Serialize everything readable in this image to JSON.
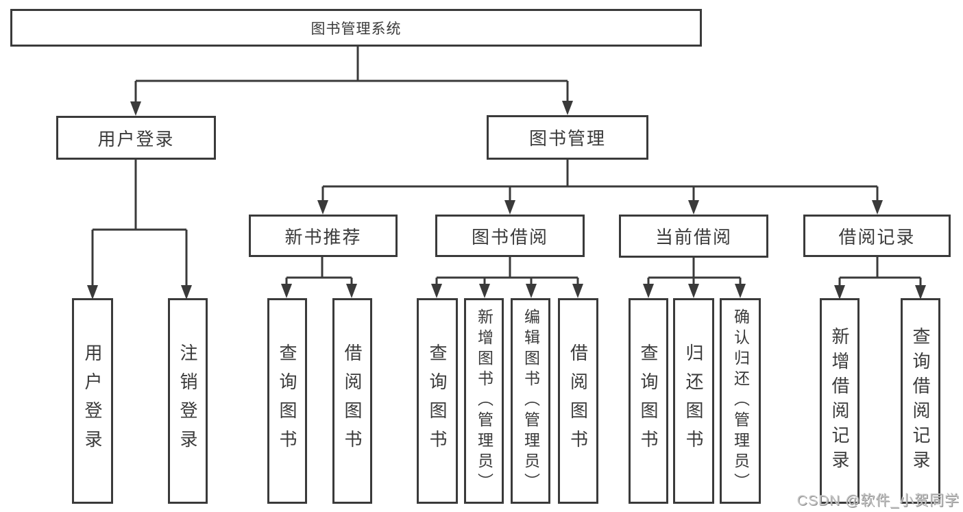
{
  "watermark": "CSDN @软件_小贺同学",
  "root": {
    "label": "图书管理系统"
  },
  "branches": {
    "user_login": {
      "label": "用户登录",
      "children": {
        "login": {
          "label": "用户登录"
        },
        "logout": {
          "label": "注销登录"
        }
      }
    },
    "book_management": {
      "label": "图书管理",
      "children": {
        "new_book_recommend": {
          "label": "新书推荐",
          "children": {
            "query_books": {
              "label": "查询图书"
            },
            "borrow_books": {
              "label": "借阅图书"
            }
          }
        },
        "book_borrowing": {
          "label": "图书借阅",
          "children": {
            "query_books": {
              "label": "查询图书"
            },
            "add_book": {
              "label": "新增图书（管理员）"
            },
            "edit_book": {
              "label": "编辑图书（管理员）"
            },
            "borrow_books": {
              "label": "借阅图书"
            }
          }
        },
        "current_borrowing": {
          "label": "当前借阅",
          "children": {
            "query_books": {
              "label": "查询图书"
            },
            "return_books": {
              "label": "归还图书"
            },
            "confirm_return": {
              "label": "确认归还（管理员）"
            }
          }
        },
        "borrowing_records": {
          "label": "借阅记录",
          "children": {
            "add_record": {
              "label": "新增借阅记录"
            },
            "query_record": {
              "label": "查询借阅记录"
            }
          }
        }
      }
    }
  }
}
